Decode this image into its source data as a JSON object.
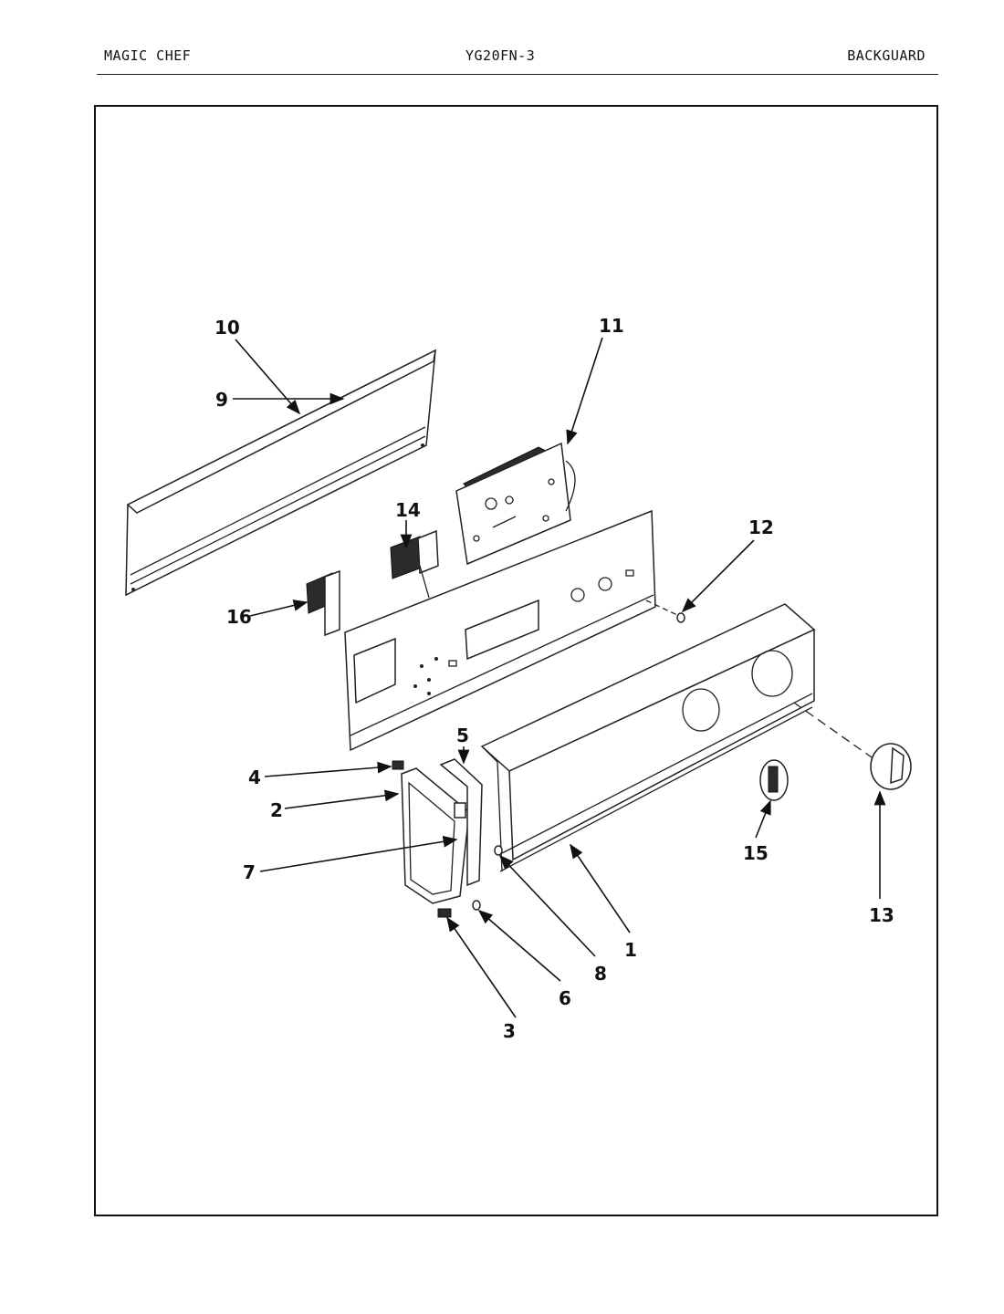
{
  "header": {
    "brand": "MAGIC CHEF",
    "model": "YG20FN-3",
    "section": "BACKGUARD"
  },
  "callouts": {
    "c1": "1",
    "c2": "2",
    "c3": "3",
    "c4": "4",
    "c5": "5",
    "c6": "6",
    "c7": "7",
    "c8": "8",
    "c9": "9",
    "c10": "10",
    "c11": "11",
    "c12": "12",
    "c13": "13",
    "c14": "14",
    "c15": "15",
    "c16": "16"
  }
}
